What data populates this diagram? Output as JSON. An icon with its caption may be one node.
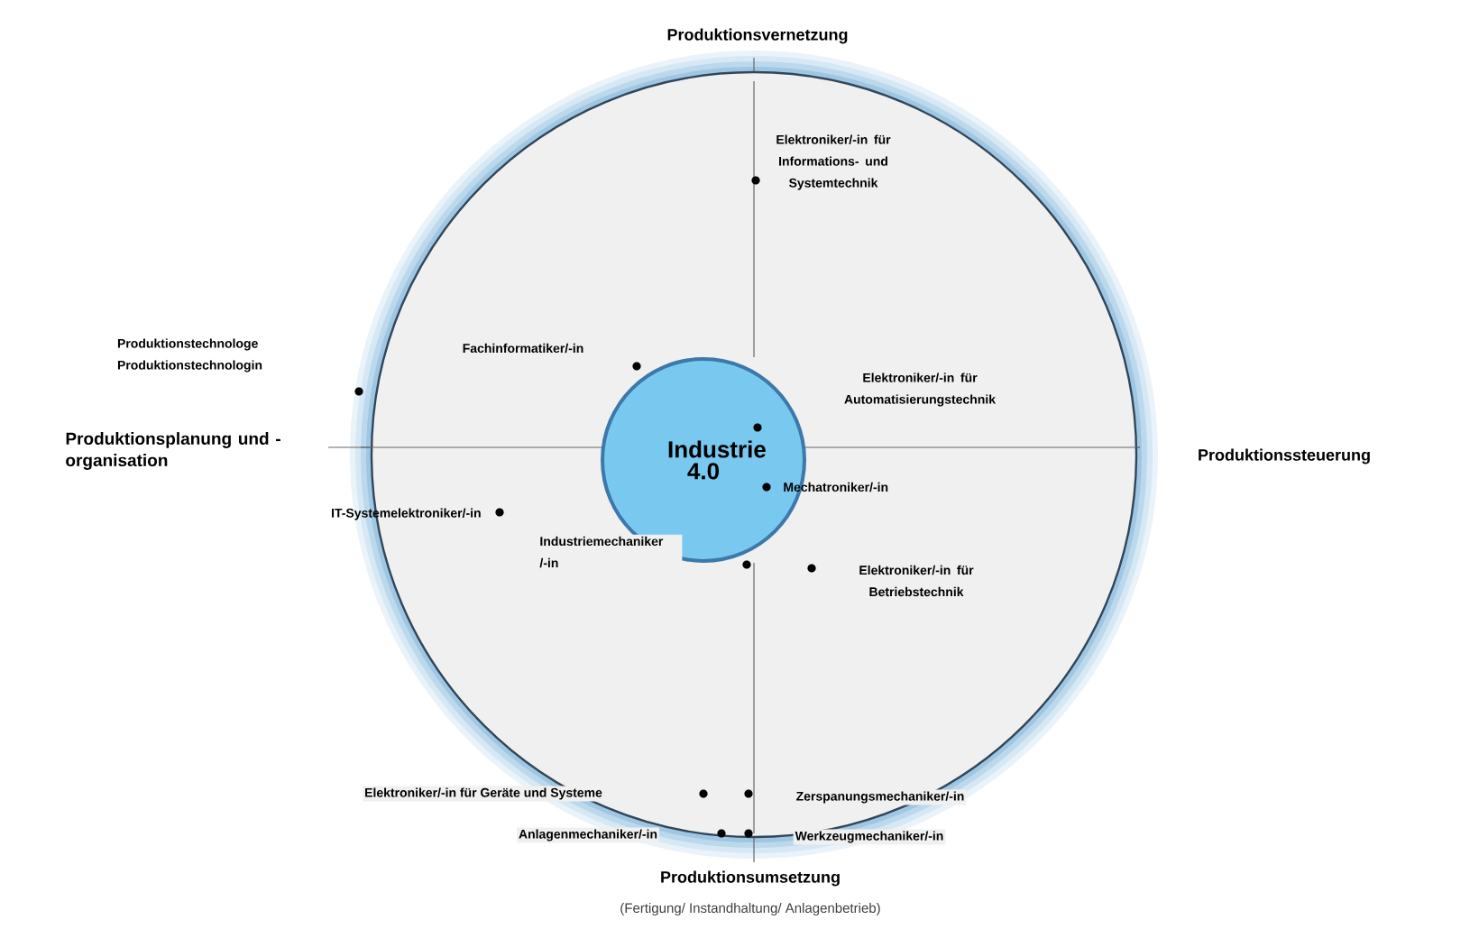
{
  "diagram": {
    "nodes": [
      {
        "text": [],
        "shape": "circle"
      },
      {
        "text": [
          "Industrie 4.0"
        ],
        "in": 0
      }
    ],
    "labels": [
      "Produktionsvernetzung",
      "Elektroniker/-in für Informations- und Systemtechnik",
      "Produktionstechnologe Produktionstechnologin",
      "Fachinformatiker/-in",
      "Elektroniker/-in für Automatisierungstechnik",
      "Produktionsplanung und -organisation",
      "Produktionssteuerung",
      "Mechatroniker/-in",
      "IT-Systemelektroniker/-in",
      "Industriemechaniker /-in",
      "Elektroniker/-in für Betriebstechnik",
      "Elektroniker/-in für Geräte und Systeme",
      "Zerspanungsmechaniker/-in",
      "Anlagenmechaniker/-in",
      "Werkzeugmechaniker/-in",
      "Produktionsumsetzung",
      "(Fertigung/ Instandhaltung/ Anlagenbetrieb)"
    ]
  }
}
